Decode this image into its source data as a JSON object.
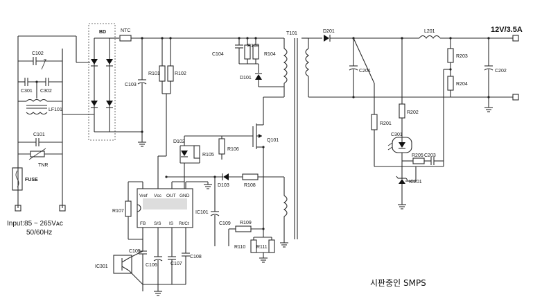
{
  "diagram": {
    "caption": "시판중인 SMPS",
    "output_label": "12V/3.5A",
    "input_label": "Input:85 ~ 265Vᴀᴄ",
    "input_freq": "50/60Hz",
    "components": {
      "bd": "BD",
      "ntc": "NTC",
      "c102": "C102",
      "c301": "C301",
      "c302": "C302",
      "lf101": "LF101",
      "c101": "C101",
      "tnr": "TNR",
      "fuse": "FUSE",
      "c103": "C103",
      "r101": "R101",
      "r102": "R102",
      "c104": "C104",
      "r103": "R103",
      "r104": "R104",
      "d101": "D101",
      "t101": "T101",
      "d201": "D201",
      "l201": "L201",
      "c201": "C201",
      "r203": "R203",
      "r204": "R204",
      "c202": "C202",
      "r201": "R201",
      "r202": "R202",
      "c301b": "C301",
      "r205": "R205",
      "c203": "C203",
      "ic201": "IC201",
      "d102": "D102",
      "r105": "R105",
      "r106": "R106",
      "q101": "Q101",
      "d103": "D103",
      "r108": "R108",
      "r107": "R107",
      "ic101": "IC101",
      "c109": "C109",
      "r109": "R109",
      "r110": "R110",
      "r111": "R111",
      "c105": "C105",
      "c106": "C106",
      "c107": "C107",
      "c108": "C108",
      "ic301": "IC301"
    },
    "ic_pins": {
      "vref": "Vref",
      "vcc": "Vcc",
      "out": "OUT",
      "gnd": "GND",
      "fb": "FB",
      "ss": "S/S",
      "is": "IS",
      "rtct": "Rt/Ct"
    }
  }
}
